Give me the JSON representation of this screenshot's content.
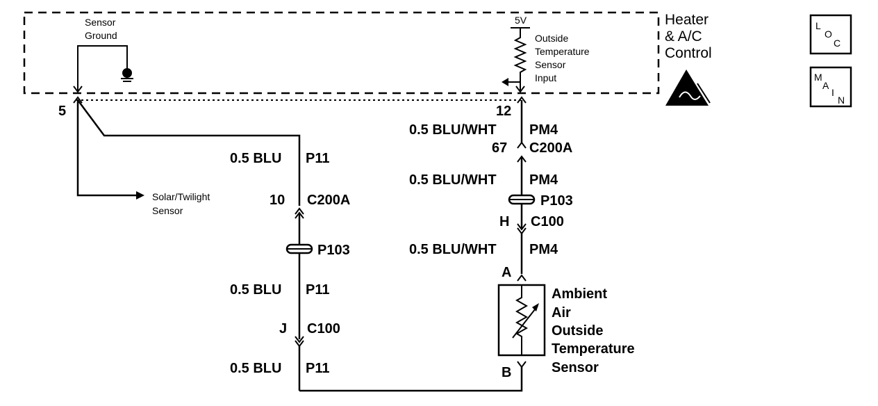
{
  "module": {
    "name_line1": "Heater",
    "name_line2": "& A/C",
    "name_line3": "Control"
  },
  "sensor_ground": {
    "line1": "Sensor",
    "line2": "Ground"
  },
  "five_volt": "5V",
  "sensor_input": {
    "line1": "Outside",
    "line2": "Temperature",
    "line3": "Sensor",
    "line4": "Input"
  },
  "pins": {
    "module_left": "5",
    "module_right": "12"
  },
  "solar": {
    "line1": "Solar/Twilight",
    "line2": "Sensor"
  },
  "left_circuit": {
    "wire1": "0.5 BLU",
    "circ1": "P11",
    "c200a_pin": "10",
    "c200a": "C200A",
    "splice": "P103",
    "wire2": "0.5 BLU",
    "circ2": "P11",
    "c100_pin": "J",
    "c100": "C100",
    "wire3": "0.5 BLU",
    "circ3": "P11"
  },
  "right_circuit": {
    "wire1": "0.5 BLU/WHT",
    "circ1": "PM4",
    "c200a_pin": "67",
    "c200a": "C200A",
    "wire2": "0.5 BLU/WHT",
    "circ2": "PM4",
    "splice": "P103",
    "c100_pin": "H",
    "c100": "C100",
    "wire3": "0.5 BLU/WHT",
    "circ3": "PM4",
    "sensor_pin_a": "A",
    "sensor_pin_b": "B"
  },
  "ambient_sensor": {
    "line1": "Ambient",
    "line2": "Air",
    "line3": "Outside",
    "line4": "Temperature",
    "line5": "Sensor"
  },
  "loc_icon": {
    "l": "L",
    "o": "O",
    "c": "C"
  },
  "main_icon": {
    "m": "M",
    "a": "A",
    "i": "I",
    "n": "N"
  },
  "icons": [
    "esd-warning-icon",
    "loc-icon",
    "main-icon",
    "ground-icon",
    "resistor-icon",
    "thermistor-icon"
  ]
}
